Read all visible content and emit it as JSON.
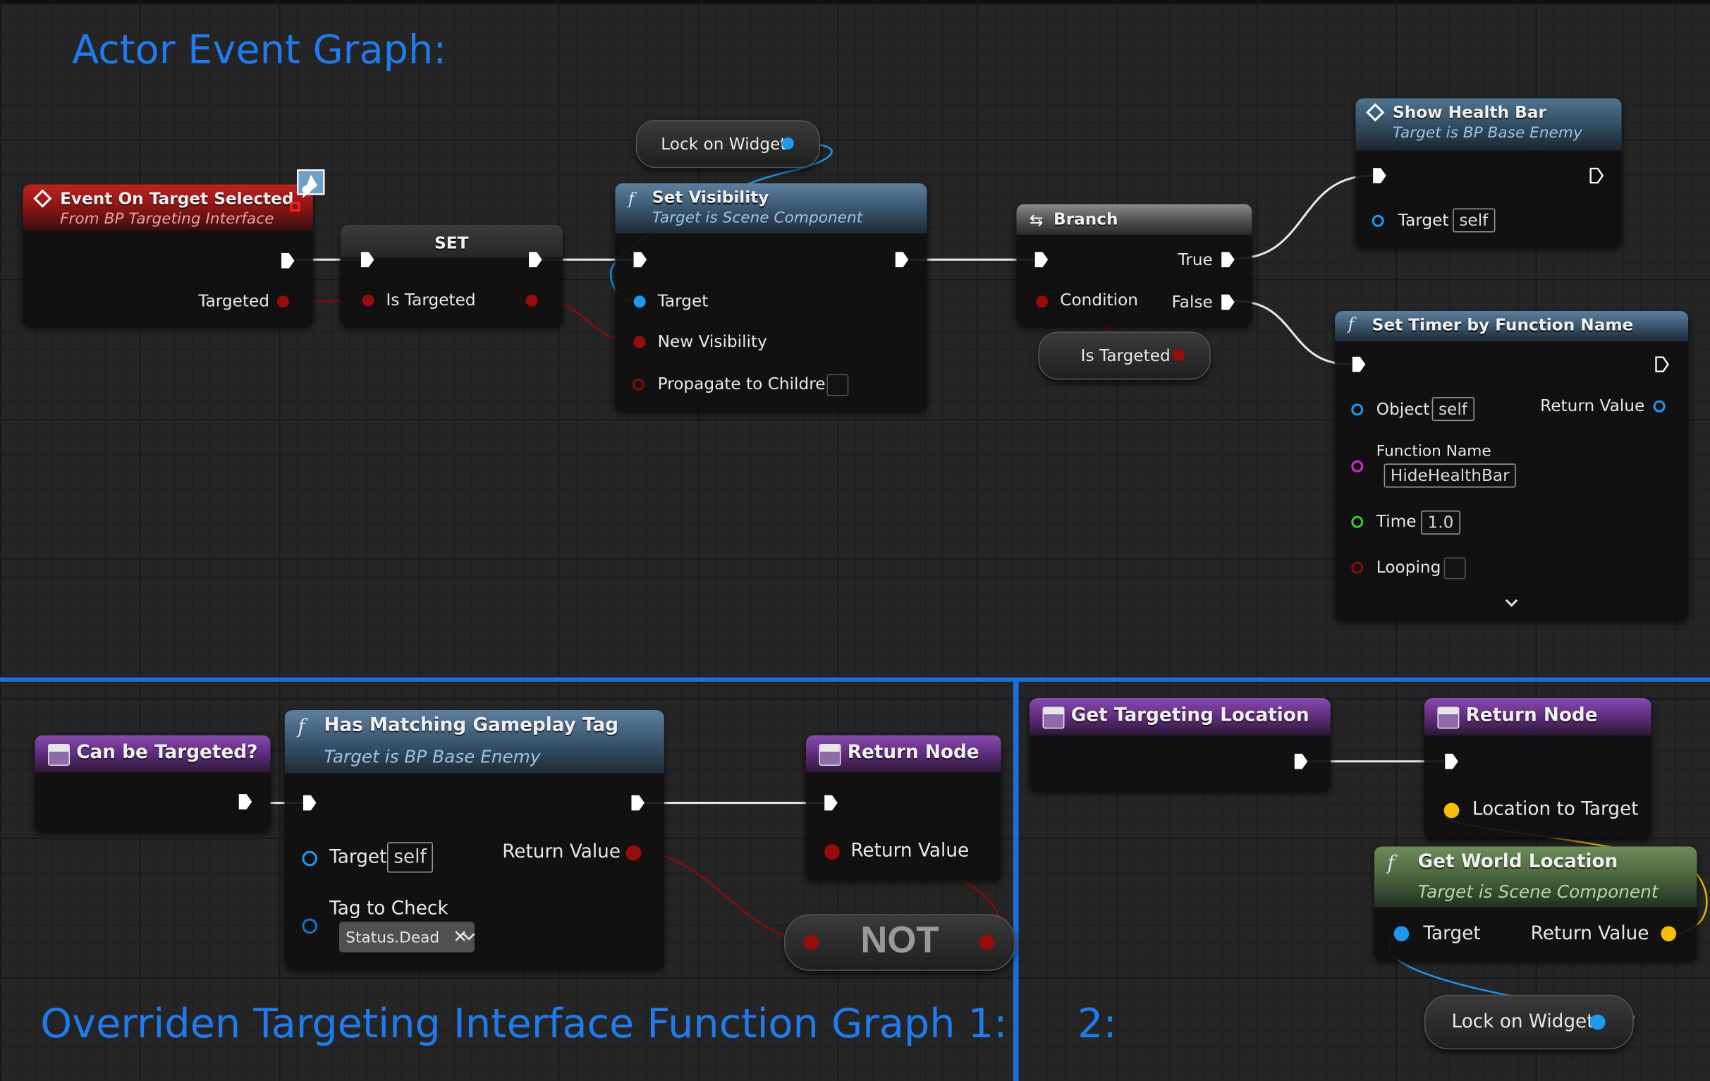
{
  "titles": {
    "actor_graph": "Actor Event Graph:",
    "function_graph_1": "Overriden Targeting Interface Function Graph 1:",
    "function_graph_2": "2:"
  },
  "nodes": {
    "event_on_target_selected": {
      "title": "Event On Target Selected",
      "subtitle": "From BP Targeting Interface",
      "pin_targeted": "Targeted"
    },
    "set_node": {
      "title": "SET",
      "pin_is_targeted": "Is Targeted"
    },
    "lock_on_widget_top": {
      "label": "Lock on Widget"
    },
    "set_visibility": {
      "title": "Set Visibility",
      "subtitle": "Target is Scene Component",
      "pin_target": "Target",
      "pin_new_visibility": "New Visibility",
      "pin_propagate": "Propagate to Children"
    },
    "branch": {
      "title": "Branch",
      "pin_condition": "Condition",
      "pin_true": "True",
      "pin_false": "False"
    },
    "is_targeted_getter": {
      "label": "Is Targeted"
    },
    "show_health_bar": {
      "title": "Show Health Bar",
      "subtitle": "Target is BP Base Enemy",
      "pin_target": "Target",
      "target_value": "self"
    },
    "set_timer": {
      "title": "Set Timer by Function Name",
      "pin_object": "Object",
      "object_value": "self",
      "pin_return": "Return Value",
      "pin_function_name": "Function Name",
      "function_name_value": "HideHealthBar",
      "pin_time": "Time",
      "time_value": "1.0",
      "pin_looping": "Looping",
      "expand_icon": "chevron-down-icon"
    },
    "can_be_targeted": {
      "title": "Can be Targeted?"
    },
    "has_matching_tag": {
      "title": "Has Matching Gameplay Tag",
      "subtitle": "Target is BP Base Enemy",
      "pin_target": "Target",
      "target_value": "self",
      "pin_return": "Return Value",
      "pin_tag": "Tag to Check",
      "tag_value": "Status.Dead"
    },
    "return_node_1": {
      "title": "Return Node",
      "pin_return": "Return Value"
    },
    "not_node": {
      "label": "NOT"
    },
    "get_targeting_location": {
      "title": "Get Targeting Location"
    },
    "return_node_2": {
      "title": "Return Node",
      "pin_location": "Location to Target"
    },
    "get_world_location": {
      "title": "Get World Location",
      "subtitle": "Target is Scene Component",
      "pin_target": "Target",
      "pin_return": "Return Value"
    },
    "lock_on_widget_bottom": {
      "label": "Lock on Widget"
    }
  },
  "colors": {
    "exec": "#ffffff",
    "bool": "#9a0b0b",
    "object": "#1a9af0",
    "name": "#cc2ad0",
    "float": "#39c43a",
    "vector": "#f5c000",
    "title_blue": "#1e7cf0"
  }
}
